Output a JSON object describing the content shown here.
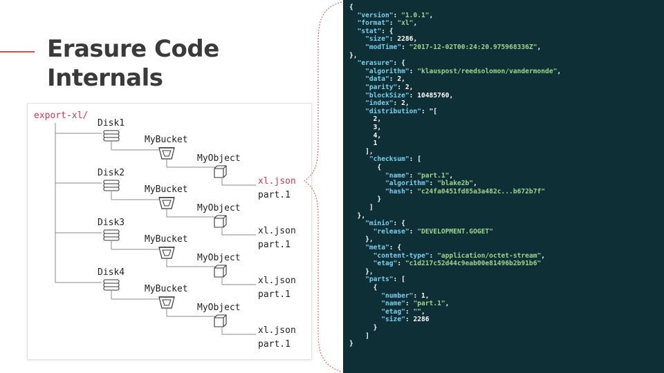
{
  "title": {
    "line1": "Erasure Code",
    "line2": "Internals"
  },
  "tree": {
    "root": "export-xl/",
    "groups": [
      {
        "disk": "Disk1",
        "bucket": "MyBucket",
        "object": "MyObject",
        "files": [
          "xl.json",
          "part.1"
        ]
      },
      {
        "disk": "Disk2",
        "bucket": "MyBucket",
        "object": "MyObject",
        "files": [
          "xl.json",
          "part.1"
        ]
      },
      {
        "disk": "Disk3",
        "bucket": "MyBucket",
        "object": "MyObject",
        "files": [
          "xl.json",
          "part.1"
        ]
      },
      {
        "disk": "Disk4",
        "bucket": "MyBucket",
        "object": "MyObject",
        "files": [
          "xl.json",
          "part.1"
        ]
      }
    ],
    "icons": {
      "disk": "disk-icon",
      "bucket": "bucket-icon",
      "object": "object-cube-icon"
    }
  },
  "colors": {
    "accent": "#e0464e",
    "code_bg": "#0f2f36",
    "key": "#7ad0f0",
    "string": "#9fd58a",
    "root_text": "#c9384a"
  },
  "xl_json": [
    [
      {
        "t": "p",
        "v": "{"
      }
    ],
    [
      {
        "t": "p",
        "v": "  "
      },
      {
        "t": "k",
        "v": "\"version\""
      },
      {
        "t": "p",
        "v": ": "
      },
      {
        "t": "s",
        "v": "\"1.0.1\""
      },
      {
        "t": "p",
        "v": ","
      }
    ],
    [
      {
        "t": "p",
        "v": "  "
      },
      {
        "t": "k",
        "v": "\"format\""
      },
      {
        "t": "p",
        "v": ": "
      },
      {
        "t": "s",
        "v": "\"xl\""
      },
      {
        "t": "p",
        "v": ","
      }
    ],
    [
      {
        "t": "p",
        "v": "  "
      },
      {
        "t": "k",
        "v": "\"stat\""
      },
      {
        "t": "p",
        "v": ": {"
      }
    ],
    [
      {
        "t": "p",
        "v": "    "
      },
      {
        "t": "k",
        "v": "\"size\""
      },
      {
        "t": "p",
        "v": ": "
      },
      {
        "t": "n",
        "v": "2286"
      },
      {
        "t": "p",
        "v": ","
      }
    ],
    [
      {
        "t": "p",
        "v": "    "
      },
      {
        "t": "k",
        "v": "\"modTime\""
      },
      {
        "t": "p",
        "v": ": "
      },
      {
        "t": "s",
        "v": "\"2017-12-02T00:24:20.975968336Z\""
      },
      {
        "t": "p",
        "v": ","
      }
    ],
    [
      {
        "t": "p",
        "v": "},"
      }
    ],
    [
      {
        "t": "p",
        "v": "  "
      },
      {
        "t": "k",
        "v": "\"erasure\""
      },
      {
        "t": "p",
        "v": ": {"
      }
    ],
    [
      {
        "t": "p",
        "v": "    "
      },
      {
        "t": "k",
        "v": "\"algorithm\""
      },
      {
        "t": "p",
        "v": ": "
      },
      {
        "t": "s",
        "v": "\"klauspost/reedsolomon/vandermonde\""
      },
      {
        "t": "p",
        "v": ","
      }
    ],
    [
      {
        "t": "p",
        "v": "    "
      },
      {
        "t": "k",
        "v": "\"data\""
      },
      {
        "t": "p",
        "v": ": "
      },
      {
        "t": "n",
        "v": "2"
      },
      {
        "t": "p",
        "v": ","
      }
    ],
    [
      {
        "t": "p",
        "v": "    "
      },
      {
        "t": "k",
        "v": "\"parity\""
      },
      {
        "t": "p",
        "v": ": "
      },
      {
        "t": "n",
        "v": "2"
      },
      {
        "t": "p",
        "v": ","
      }
    ],
    [
      {
        "t": "p",
        "v": "    "
      },
      {
        "t": "k",
        "v": "\"blockSize\""
      },
      {
        "t": "p",
        "v": ": "
      },
      {
        "t": "n",
        "v": "10485760"
      },
      {
        "t": "p",
        "v": ","
      }
    ],
    [
      {
        "t": "p",
        "v": "    "
      },
      {
        "t": "k",
        "v": "\"index\""
      },
      {
        "t": "p",
        "v": ": "
      },
      {
        "t": "n",
        "v": "2"
      },
      {
        "t": "p",
        "v": ","
      }
    ],
    [
      {
        "t": "p",
        "v": "    "
      },
      {
        "t": "k",
        "v": "\"distribution\""
      },
      {
        "t": "p",
        "v": ": \"["
      }
    ],
    [
      {
        "t": "p",
        "v": "      2,"
      }
    ],
    [
      {
        "t": "p",
        "v": "      3,"
      }
    ],
    [
      {
        "t": "p",
        "v": "      4,"
      }
    ],
    [
      {
        "t": "p",
        "v": "      1"
      }
    ],
    [
      {
        "t": "p",
        "v": "    ],"
      }
    ],
    [
      {
        "t": "p",
        "v": "     "
      },
      {
        "t": "k",
        "v": "\"checksum\""
      },
      {
        "t": "p",
        "v": ": ["
      }
    ],
    [
      {
        "t": "p",
        "v": "       {"
      }
    ],
    [
      {
        "t": "p",
        "v": "         "
      },
      {
        "t": "k",
        "v": "\"name\""
      },
      {
        "t": "p",
        "v": ": "
      },
      {
        "t": "s",
        "v": "\"part.1\""
      },
      {
        "t": "p",
        "v": ","
      }
    ],
    [
      {
        "t": "p",
        "v": "         "
      },
      {
        "t": "k",
        "v": "\"algorithm\""
      },
      {
        "t": "p",
        "v": ": "
      },
      {
        "t": "s",
        "v": "\"blake2b\""
      },
      {
        "t": "p",
        "v": ","
      }
    ],
    [
      {
        "t": "p",
        "v": "         "
      },
      {
        "t": "k",
        "v": "\"hash\""
      },
      {
        "t": "p",
        "v": ": "
      },
      {
        "t": "s",
        "v": "\"c24fa0451fd85a3a482c...b672b7f\""
      }
    ],
    [
      {
        "t": "p",
        "v": "       }"
      }
    ],
    [
      {
        "t": "p",
        "v": "     ]"
      }
    ],
    [
      {
        "t": "p",
        "v": "  },"
      }
    ],
    [
      {
        "t": "p",
        "v": "    "
      },
      {
        "t": "k",
        "v": "\"minio\""
      },
      {
        "t": "p",
        "v": ": {"
      }
    ],
    [
      {
        "t": "p",
        "v": "      "
      },
      {
        "t": "k",
        "v": "\"release\""
      },
      {
        "t": "p",
        "v": ": "
      },
      {
        "t": "s",
        "v": "\"DEVELOPMENT.GOGET\""
      }
    ],
    [
      {
        "t": "p",
        "v": "    },"
      }
    ],
    [
      {
        "t": "p",
        "v": "    "
      },
      {
        "t": "k",
        "v": "\"meta\""
      },
      {
        "t": "p",
        "v": ": {"
      }
    ],
    [
      {
        "t": "p",
        "v": "      "
      },
      {
        "t": "k",
        "v": "\"content-type\""
      },
      {
        "t": "p",
        "v": ": "
      },
      {
        "t": "s",
        "v": "\"application/octet-stream\""
      },
      {
        "t": "p",
        "v": ","
      }
    ],
    [
      {
        "t": "p",
        "v": "      "
      },
      {
        "t": "k",
        "v": "\"etag\""
      },
      {
        "t": "p",
        "v": ": "
      },
      {
        "t": "s",
        "v": "\"c1d217c52d44c9eab00e81496b2b91b6\""
      }
    ],
    [
      {
        "t": "p",
        "v": "    },"
      }
    ],
    [
      {
        "t": "p",
        "v": "    "
      },
      {
        "t": "k",
        "v": "\"parts\""
      },
      {
        "t": "p",
        "v": ": ["
      }
    ],
    [
      {
        "t": "p",
        "v": "      {"
      }
    ],
    [
      {
        "t": "p",
        "v": "        "
      },
      {
        "t": "k",
        "v": "\"number\""
      },
      {
        "t": "p",
        "v": ": "
      },
      {
        "t": "n",
        "v": "1"
      },
      {
        "t": "p",
        "v": ","
      }
    ],
    [
      {
        "t": "p",
        "v": "        "
      },
      {
        "t": "k",
        "v": "\"name\""
      },
      {
        "t": "p",
        "v": ": "
      },
      {
        "t": "s",
        "v": "\"part.1\""
      },
      {
        "t": "p",
        "v": ","
      }
    ],
    [
      {
        "t": "p",
        "v": "        "
      },
      {
        "t": "k",
        "v": "\"etag\""
      },
      {
        "t": "p",
        "v": ": "
      },
      {
        "t": "s",
        "v": "\"\""
      },
      {
        "t": "p",
        "v": ","
      }
    ],
    [
      {
        "t": "p",
        "v": "        "
      },
      {
        "t": "k",
        "v": "\"size\""
      },
      {
        "t": "p",
        "v": ": "
      },
      {
        "t": "n",
        "v": "2286"
      }
    ],
    [
      {
        "t": "p",
        "v": "      }"
      }
    ],
    [
      {
        "t": "p",
        "v": "    ]"
      }
    ],
    [
      {
        "t": "p",
        "v": "}"
      }
    ]
  ]
}
